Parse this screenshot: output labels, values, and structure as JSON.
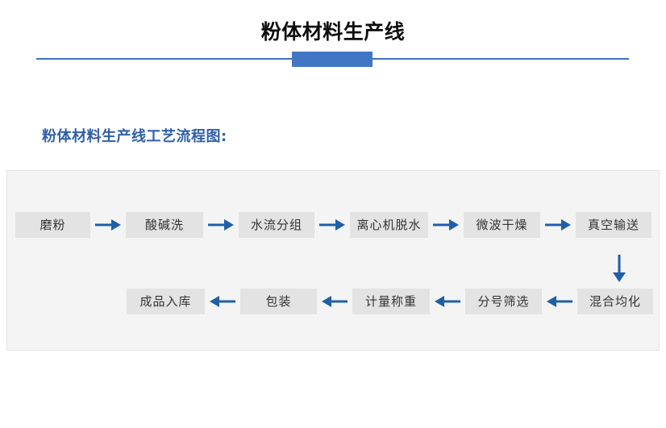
{
  "header": {
    "title": "粉体材料生产线",
    "accent_color": "#4176c4",
    "line_color": "#3f6fbc"
  },
  "section": {
    "heading": "粉体材料生产线工艺流程图:",
    "heading_color": "#2f5fa8"
  },
  "flowchart": {
    "box_fill": "#e3e3e3",
    "box_text_color": "#333333",
    "arrow_color": "#1f5fa8",
    "panel_background": "#f4f4f4",
    "row1": [
      {
        "label": "磨粉",
        "width": 93
      },
      {
        "label": "酸碱洗",
        "width": 96
      },
      {
        "label": "水流分组",
        "width": 94
      },
      {
        "label": "离心机脱水",
        "width": 97
      },
      {
        "label": "微波干燥",
        "width": 95
      },
      {
        "label": "真空输送",
        "width": 94
      }
    ],
    "row2": [
      {
        "label": "成品入库",
        "width": 97
      },
      {
        "label": "包装",
        "width": 95
      },
      {
        "label": "计量称重",
        "width": 96
      },
      {
        "label": "分号筛选",
        "width": 95
      },
      {
        "label": "混合均化",
        "width": 94
      }
    ],
    "row1_arrow_direction": "right",
    "row2_arrow_direction": "left",
    "connector_direction": "down"
  }
}
